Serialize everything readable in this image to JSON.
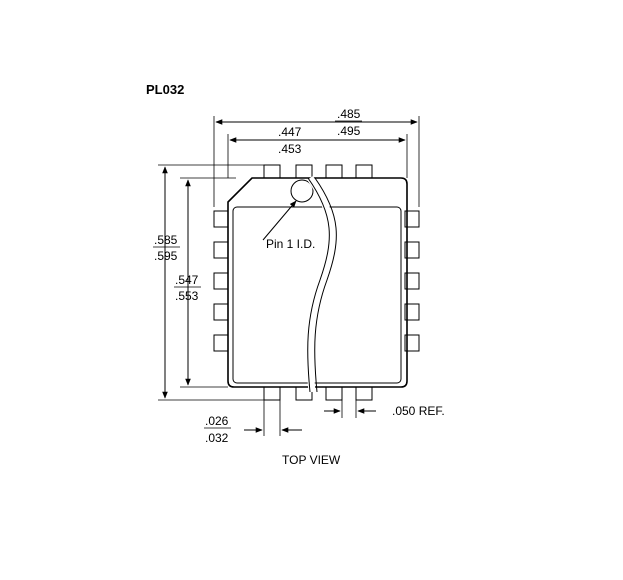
{
  "diagram": {
    "package_title": "PL032",
    "view_label": "TOP VIEW",
    "pin1_label": "Pin 1 I.D.",
    "dimensions": {
      "overall_width_min": ".485",
      "overall_width_max": ".495",
      "body_width_min": ".447",
      "body_width_max": ".453",
      "overall_height_min": ".585",
      "overall_height_max": ".595",
      "body_height_min": ".547",
      "body_height_max": ".553",
      "lead_width_min": ".026",
      "lead_width_max": ".032",
      "lead_pitch": ".050 REF."
    }
  }
}
